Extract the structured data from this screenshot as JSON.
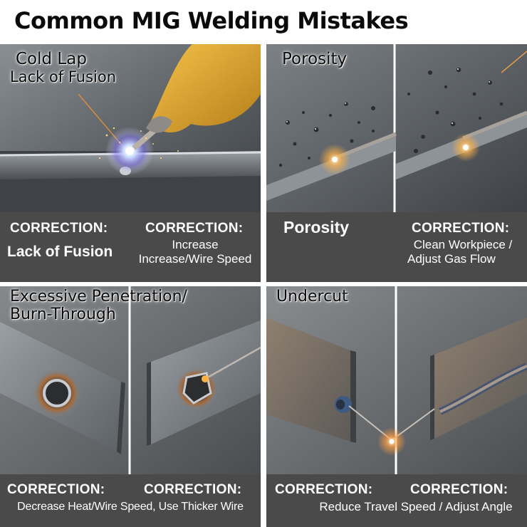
{
  "title": "Common MIG Welding Mistakes",
  "panels": {
    "cold_lap": {
      "title_line1": "Cold Lap",
      "title_line2": "Lack of Fusion",
      "correction_left": "CORRECTION:",
      "left_text": "Lack of Fusion",
      "correction_right": "CORRECTION:",
      "right_line1": "Increase",
      "right_line2": "Increase/Wire Speed"
    },
    "porosity": {
      "title": "Porosity",
      "left_text": "Porosity",
      "correction_right": "CORRECTION:",
      "right_line1": "Clean Workpiece /",
      "right_line2": "Adjust Gas Flow"
    },
    "burn_through": {
      "title_line1": "Excessive Penetration/",
      "title_line2": "Burn-Through",
      "correction_left": "CORRECTION:",
      "correction_right": "CORRECTION:",
      "text": "Decrease Heat/Wire Speed, Use Thicker Wire"
    },
    "undercut": {
      "title": "Undercut",
      "correction_left": "CORRECTION:",
      "correction_right": "CORRECTION:",
      "text": "Reduce Travel Speed / Adjust Angle"
    }
  },
  "colors": {
    "bar": "#4a4a4a",
    "metal": "#5c6166",
    "arc": "#ffb347",
    "glove": "#e0a326"
  }
}
